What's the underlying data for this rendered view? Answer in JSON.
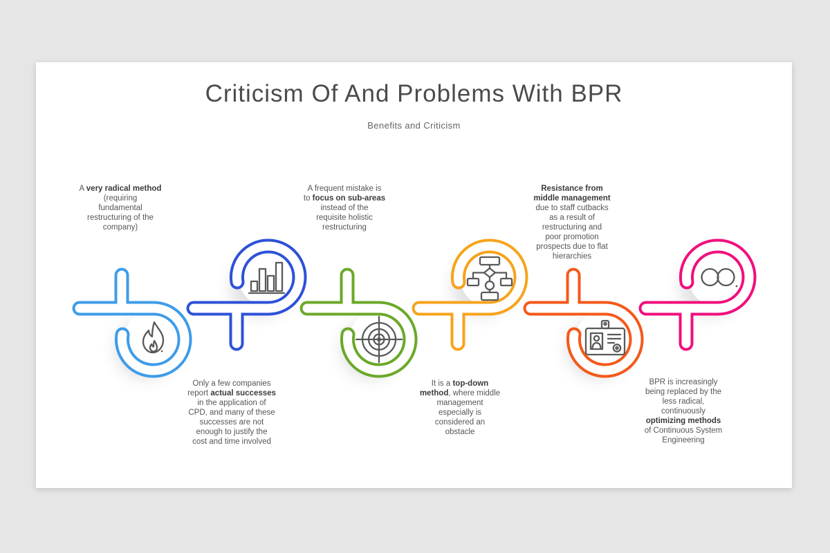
{
  "slide": {
    "title": "Criticism Of And Problems With BPR",
    "subtitle": "Benefits and Criticism"
  },
  "units": [
    {
      "icon": "flame-icon",
      "color": "#3e9ce9",
      "loop_direction": "down",
      "note_position": "top",
      "note_lines": [
        "A **very radical method**",
        "(requiring",
        "fundamental",
        "restructuring of the",
        "company)"
      ]
    },
    {
      "icon": "bar-chart-icon",
      "color": "#2d51d8",
      "loop_direction": "up",
      "note_position": "bottom",
      "note_lines": [
        "Only a few companies",
        "report **actual successes**",
        "in the application of",
        "CPD, and many of these",
        "successes are not",
        "enough to justify the",
        "cost and time involved"
      ]
    },
    {
      "icon": "target-icon",
      "color": "#6ba829",
      "loop_direction": "down",
      "note_position": "top",
      "note_lines": [
        "A frequent mistake is",
        "to **focus on sub-areas**",
        "instead of the",
        "requisite holistic",
        "restructuring"
      ]
    },
    {
      "icon": "org-chart-icon",
      "color": "#f6a41c",
      "loop_direction": "up",
      "note_position": "bottom",
      "note_lines": [
        "It is a **top-down**",
        "**method**, where middle",
        "management",
        "especially is",
        "considered an",
        "obstacle"
      ]
    },
    {
      "icon": "id-card-icon",
      "color": "#f4581a",
      "loop_direction": "down",
      "note_position": "top",
      "note_lines": [
        "**Resistance from**",
        "**middle management**",
        "due to staff cutbacks",
        "as a result of",
        "restructuring and",
        "poor promotion",
        "prospects due to flat",
        "hierarchies"
      ]
    },
    {
      "icon": "infinity-icon",
      "color": "#f00f7d",
      "loop_direction": "up",
      "note_position": "bottom",
      "note_lines": [
        "BPR is increasingly",
        "being replaced by the",
        "less radical,",
        "continuously",
        "**optimizing methods**",
        "of Continuous System",
        "Engineering"
      ]
    }
  ]
}
